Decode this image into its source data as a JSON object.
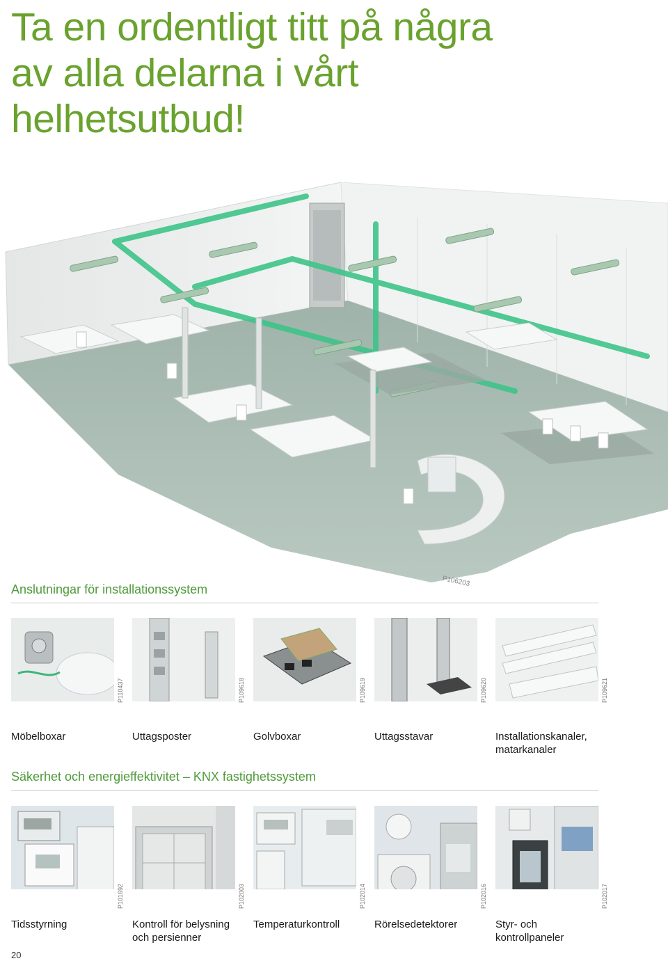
{
  "headline": "Ta en ordentligt titt på några av alla delarna i vårt helhetsutbud!",
  "hero": {
    "code": "P106203"
  },
  "section1": {
    "title": "Anslutningar för installationssystem",
    "items": [
      {
        "code": "P110437",
        "caption": "Möbelboxar",
        "caption2": ""
      },
      {
        "code": "P109618",
        "caption": "Uttagsposter",
        "caption2": ""
      },
      {
        "code": "P109619",
        "caption": "Golvboxar",
        "caption2": ""
      },
      {
        "code": "P109620",
        "caption": "Uttagsstavar",
        "caption2": ""
      },
      {
        "code": "P109621",
        "caption": "Installationskanaler,",
        "caption2": "matarkanaler"
      }
    ]
  },
  "section2": {
    "title": "Säkerhet och energieffektivitet – KNX fastighetssystem",
    "items": [
      {
        "code": "P101692",
        "caption": "Tidsstyrning",
        "caption2": ""
      },
      {
        "code": "P102003",
        "caption": "Kontroll för belysning",
        "caption2": "och persienner"
      },
      {
        "code": "P102014",
        "caption": "Temperaturkontroll",
        "caption2": ""
      },
      {
        "code": "P102016",
        "caption": "Rörelsedetektorer",
        "caption2": ""
      },
      {
        "code": "P102017",
        "caption": "Styr- och",
        "caption2": "kontrollpaneler"
      }
    ]
  },
  "page_number": "20",
  "colors": {
    "headline": "#6aa22e",
    "section_title": "#4f9a3a",
    "cable": "#3fc48a",
    "floor": "#a9bbb3"
  }
}
